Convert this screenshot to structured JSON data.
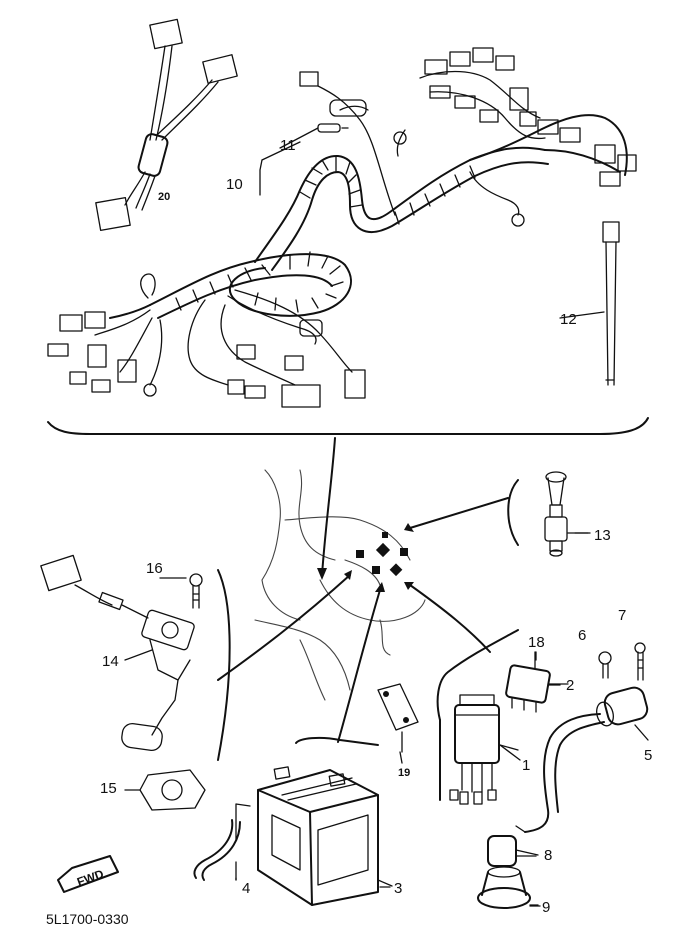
{
  "drawing_code": "5L1700-0330",
  "fwd_label": "FWD",
  "callouts": {
    "c1": "1",
    "c2": "2",
    "c3": "3",
    "c4": "4",
    "c5": "5",
    "c6": "6",
    "c7": "7",
    "c8": "8",
    "c9": "9",
    "c10": "10",
    "c11": "11",
    "c12": "12",
    "c13": "13",
    "c14": "14",
    "c15": "15",
    "c16": "16",
    "c18": "18",
    "c19": "19",
    "c20": "20"
  }
}
